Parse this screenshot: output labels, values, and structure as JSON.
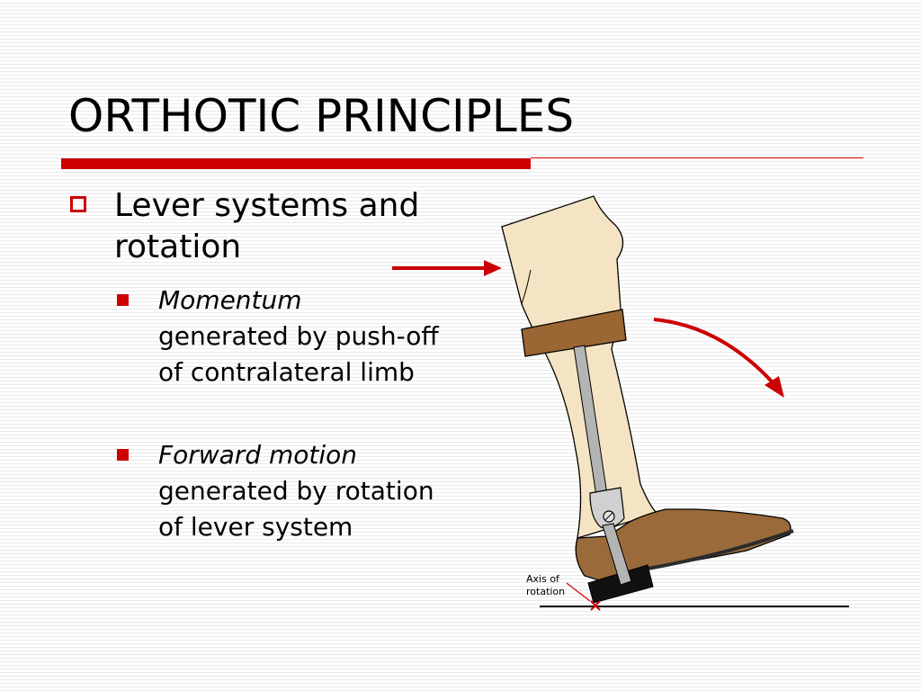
{
  "slide": {
    "title": "ORTHOTIC PRINCIPLES",
    "accent_color": "#cc0000"
  },
  "bullets": {
    "level1": {
      "text": "Lever systems and rotation",
      "marker_icon": "hollow-square-bullet-icon"
    },
    "level2": [
      {
        "emphasis": "Momentum",
        "text": "generated by push-off of contralateral limb",
        "marker_icon": "filled-square-bullet-icon"
      },
      {
        "emphasis": "Forward motion",
        "text": "generated by rotation of lever system",
        "marker_icon": "filled-square-bullet-icon"
      }
    ]
  },
  "illustration": {
    "subject": "leg-with-ankle-foot-orthosis",
    "axis_label_line1": "Axis of",
    "axis_label_line2": "rotation",
    "colors": {
      "skin": "#f5e4c3",
      "cuff": "#9a6634",
      "shoe": "#9a6a3a",
      "upright": "#b4b4b4",
      "arrow": "#cc0000",
      "ground": "#000000"
    }
  }
}
